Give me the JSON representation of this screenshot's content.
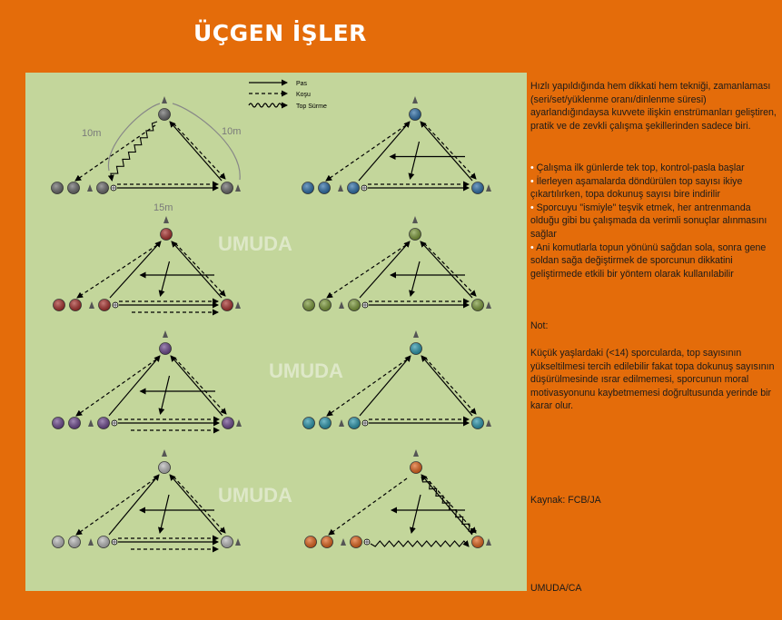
{
  "title": "ÜÇGEN İŞLER",
  "legend": {
    "pass": "Pas",
    "run": "Koşu",
    "dribble": "Top Sürme"
  },
  "dimensions": {
    "left": "10m",
    "right": "10m",
    "base": "15m"
  },
  "watermark": "UMUDA",
  "colors": {
    "background": "#e46c0a",
    "field": "#c3d69b",
    "drills": [
      "#6b6b6b",
      "#2e6fa8",
      "#a8322e",
      "#7c9a3a",
      "#6e4a8e",
      "#2b97ad",
      "#b9b9b9",
      "#e2651d"
    ]
  },
  "description": {
    "intro": "Hızlı yapıldığında hem dikkati hem tekniği, zamanlaması (seri/set/yüklenme oranı/dinlenme süresi) ayarlandığındaysa kuvvete ilişkin enstrümanları geliştiren, pratik ve de zevkli çalışma şekillerinden sadece biri.",
    "bullets": [
      "Çalışma ilk günlerde tek top, kontrol-pasla başlar",
      "İlerleyen aşamalarda döndürülen top sayısı ikiye çıkartılırken, topa dokunuş sayısı bire indirilir",
      "Sporcuyu \"ismiyle\" teşvik etmek, her antrenmanda olduğu gibi bu çalışmada da verimli sonuçlar alınmasını sağlar",
      "Ani komutlarla topun yönünü sağdan sola, sonra gene soldan sağa değiştirmek de sporcunun dikkatini geliştirmede etkili bir yöntem olarak kullanılabilir"
    ],
    "note_label": "Not:",
    "note": "Küçük yaşlardaki (<14) sporcularda, top sayısının yükseltilmesi tercih edilebilir fakat topa dokunuş sayısının düşürülmesinde ısrar edilmemesi, sporcunun moral motivasyonunu kaybetmemesi doğrultusunda yerinde bir karar olur.",
    "source": "Kaynak: FCB/JA",
    "footer": "UMUDA/CA"
  }
}
